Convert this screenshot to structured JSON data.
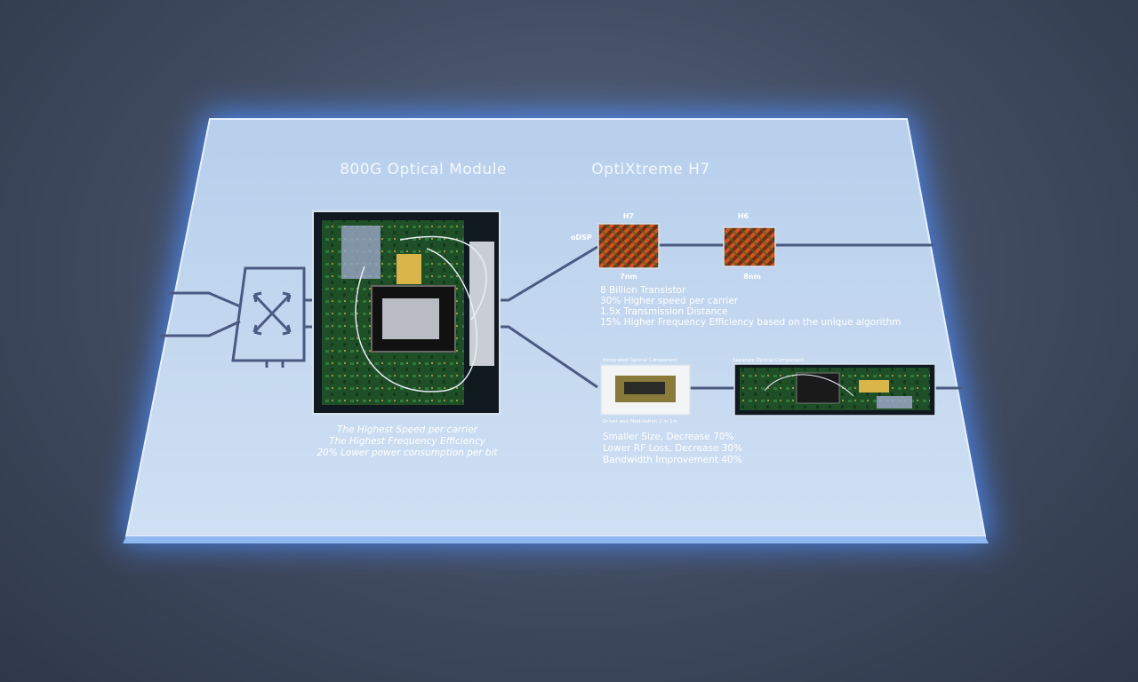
{
  "module": {
    "title": "800G Optical Module",
    "features": [
      "The Highest Speed per carrier",
      "The Highest Frequency Efficiency",
      "20% Lower power consumption per bit"
    ]
  },
  "dsp": {
    "title": "OptiXtreme H7",
    "odsp_label": "oDSP",
    "chips": [
      {
        "name": "H7",
        "process": "7nm"
      },
      {
        "name": "H6",
        "process": "8nm"
      }
    ],
    "features": [
      "8 Billion Transistor",
      "30% Higher speed per carrier",
      "1.5x Transmission Distance",
      "15% Higher Frequency Efficiency based on the unique algorithm"
    ]
  },
  "optical": {
    "integrated_label": "Integrated Optical Component",
    "integrated_caption": "Driver and Modulation 2 in 1m",
    "separate_label": "Separate Optical Component",
    "features": [
      "Smaller Size, Decrease 70%",
      "Lower RF Loss, Decrease 30%",
      "Bandwidth Improvement 40%"
    ]
  },
  "colors": {
    "panel": "#bdd3ec",
    "glow": "#4d8dff",
    "line": "#4a5a80",
    "pcb": "#1f5a2a",
    "chip": "#c0461e"
  }
}
